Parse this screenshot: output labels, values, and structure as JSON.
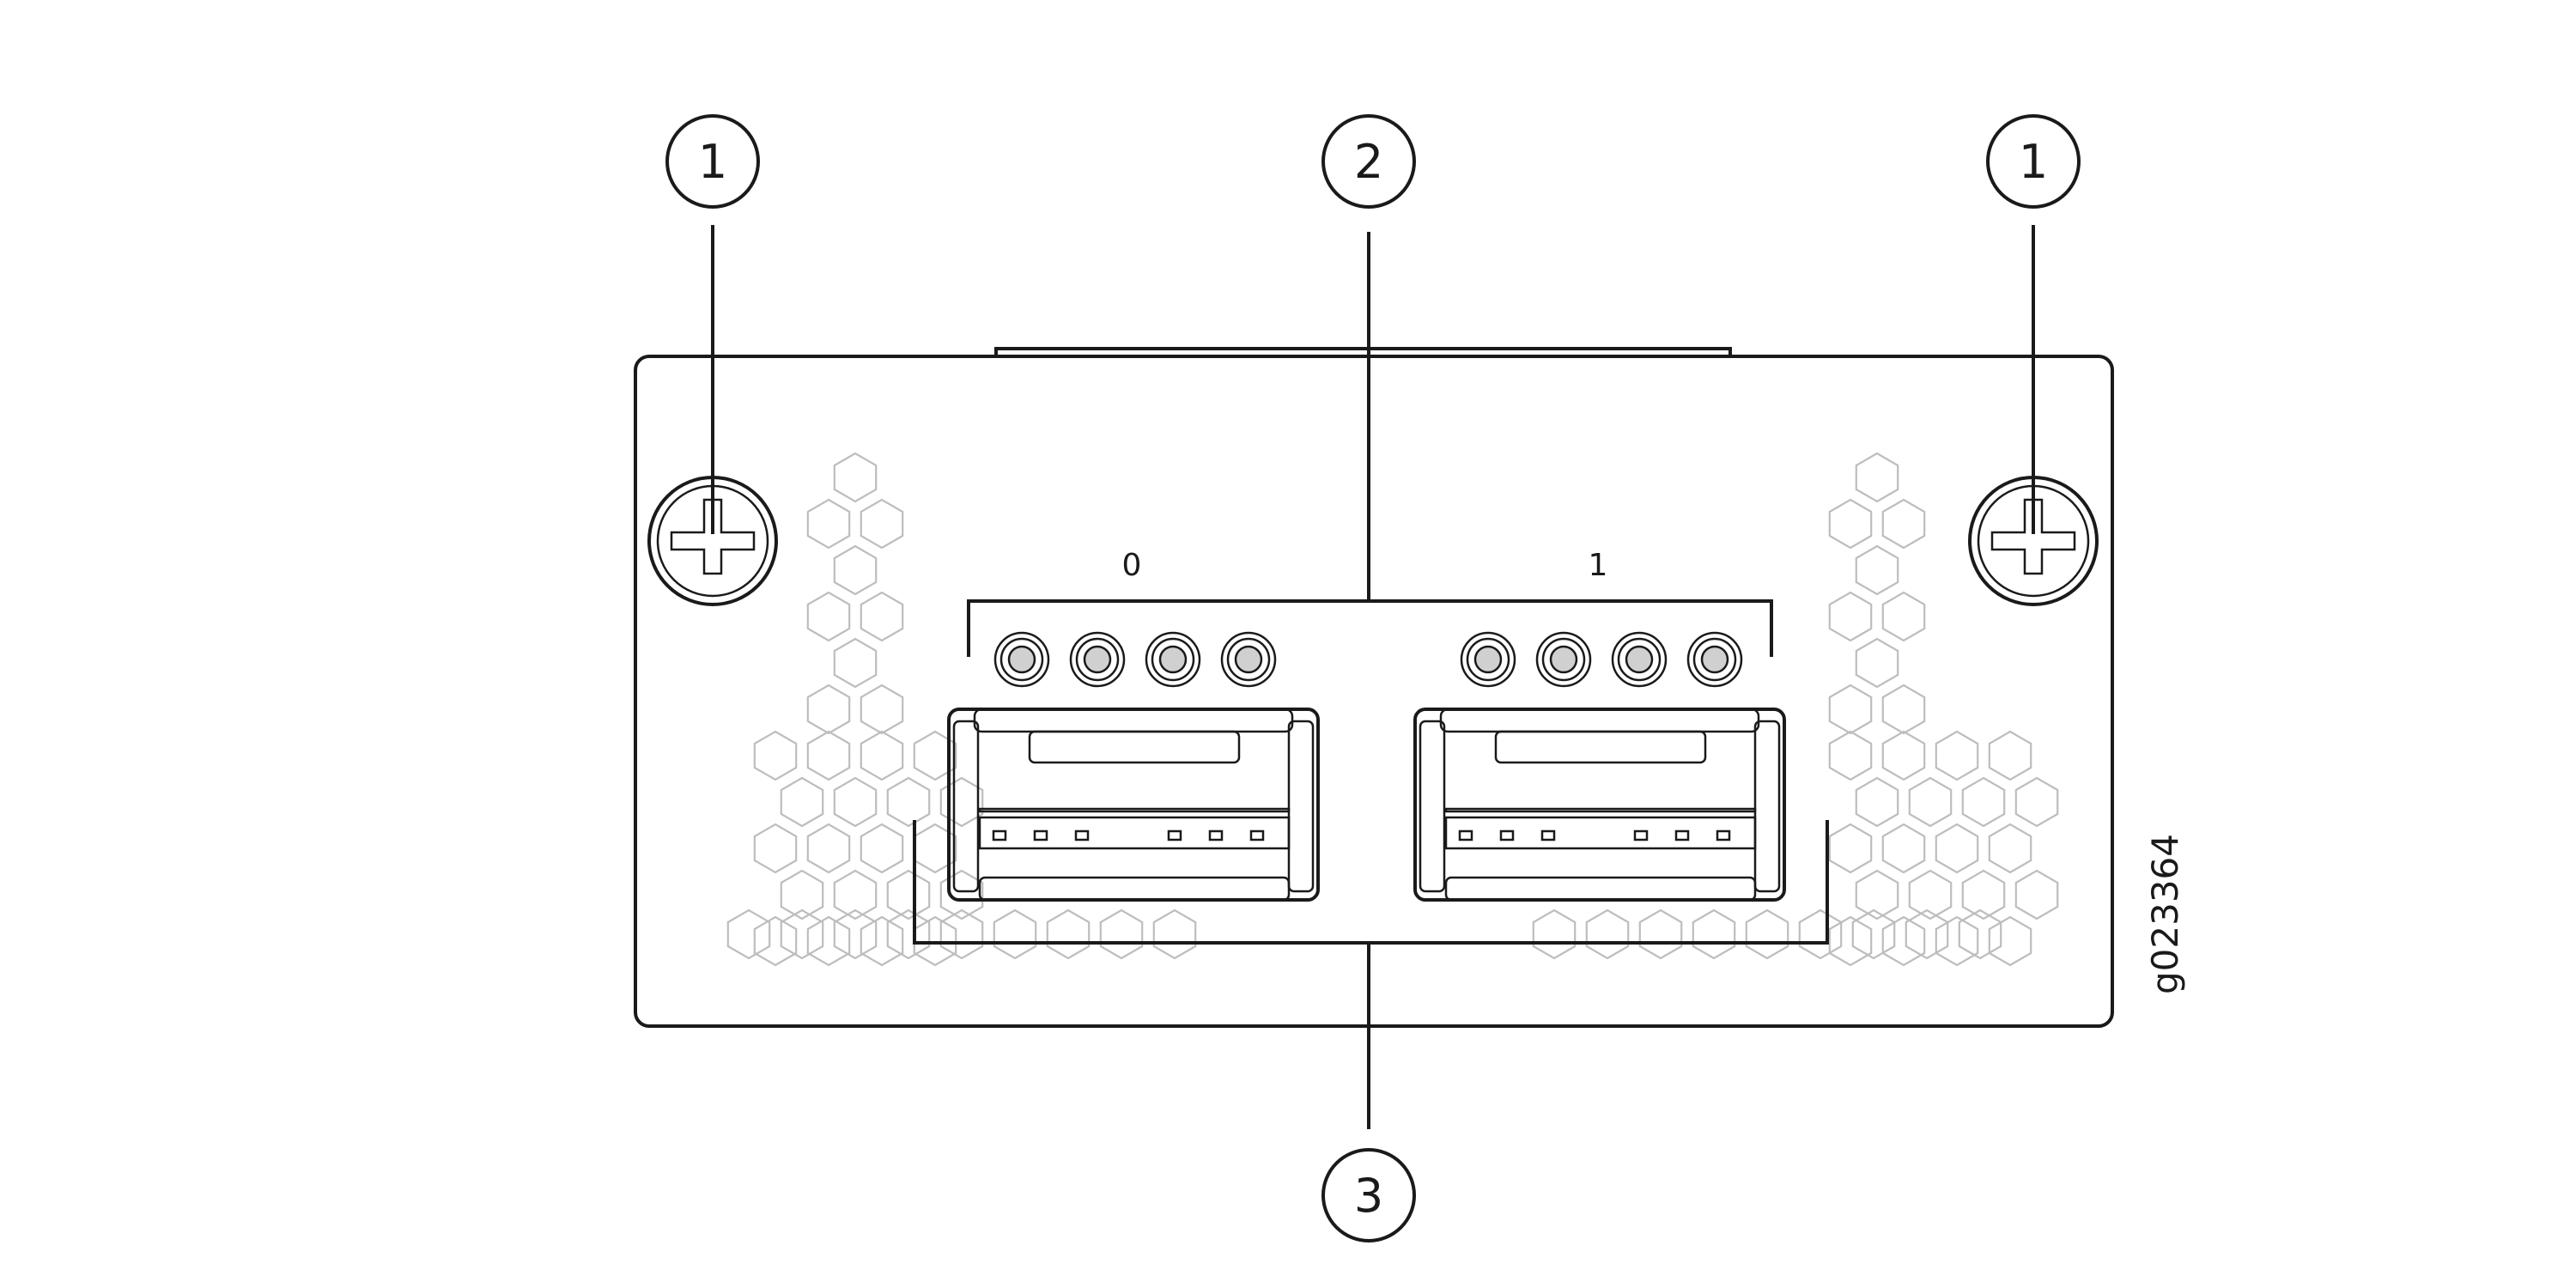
{
  "figure": {
    "id_label": "g023364"
  },
  "callouts": {
    "screw_left": "1",
    "leds": "2",
    "screw_right": "1",
    "ports": "3"
  },
  "ports": [
    {
      "label": "0"
    },
    {
      "label": "1"
    }
  ],
  "colors": {
    "line": "#1a1a1a",
    "hex_pattern": "#bdbdbd",
    "led_fill": "#d0d0d0"
  }
}
